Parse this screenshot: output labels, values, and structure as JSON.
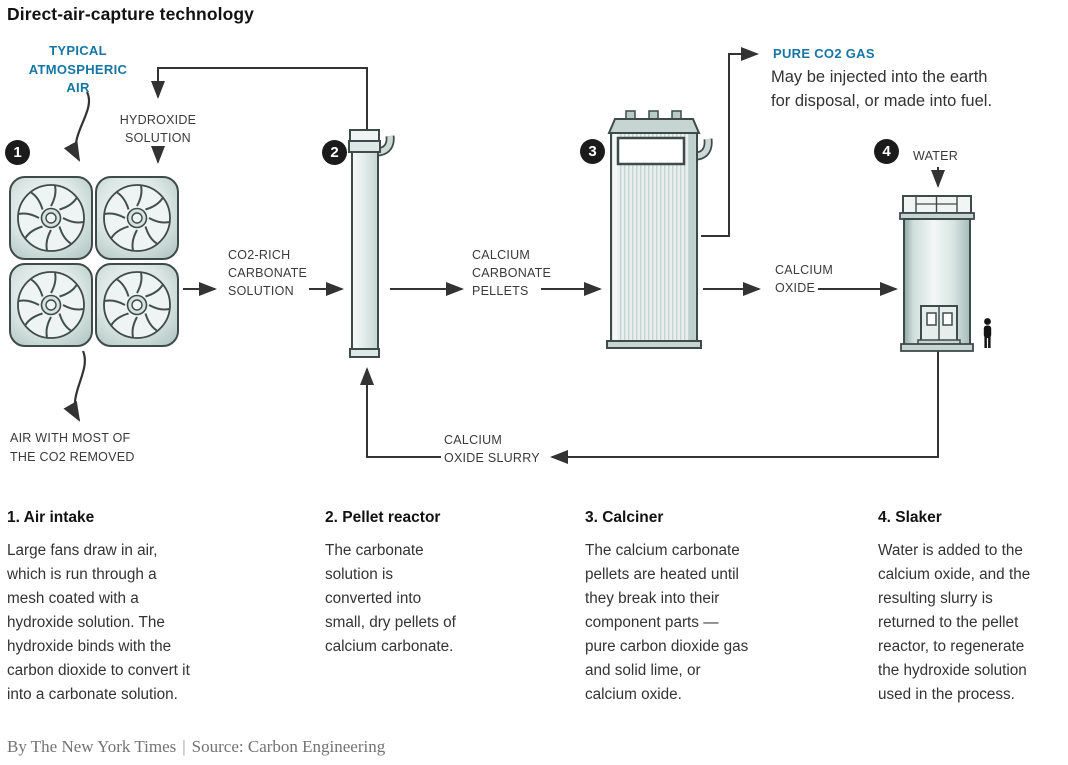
{
  "title": "Direct-air-capture technology",
  "colors": {
    "accent_blue": "#1576a5",
    "ink": "#333333",
    "equipment_outline": "#3f4b49",
    "equipment_fill": "#dce7e5",
    "badge_black": "#1b1b1b"
  },
  "diagram": {
    "badges": [
      "1",
      "2",
      "3",
      "4"
    ],
    "icons": {
      "fan_array": "fan-array-icon",
      "pellet_reactor": "pellet-reactor-column",
      "calciner": "calciner-tower",
      "slaker": "slaker-tower",
      "person": "person-scale-icon"
    },
    "labels": {
      "typical_atmospheric_air": "TYPICAL\nATMOSPHERIC\nAIR",
      "hydroxide_solution": "HYDROXIDE\nSOLUTION",
      "co2_rich_carbonate_solution": "CO2-RICH\nCARBONATE\nSOLUTION",
      "calcium_carbonate_pellets": "CALCIUM\nCARBONATE\nPELLETS",
      "pure_co2_gas": "PURE CO2 GAS",
      "pure_co2_note": "May be injected into the earth\nfor disposal, or made into fuel.",
      "calcium_oxide": "CALCIUM\nOXIDE",
      "water": "WATER",
      "air_removed": "AIR WITH MOST OF\nTHE CO2 REMOVED",
      "calcium_oxide_slurry": "CALCIUM\nOXIDE SLURRY"
    }
  },
  "steps": [
    {
      "heading": "1. Air intake",
      "body": "Large fans draw in air,\nwhich is run through a\nmesh coated with a\nhydroxide solution. The\nhydroxide binds with the\ncarbon dioxide to convert it\ninto a carbonate solution."
    },
    {
      "heading": "2. Pellet reactor",
      "body": "The carbonate\nsolution is\nconverted into\nsmall, dry pellets of\ncalcium carbonate."
    },
    {
      "heading": "3. Calciner",
      "body": "The calcium carbonate\npellets are heated until\nthey break into their\ncomponent parts —\npure carbon dioxide gas\nand solid lime, or\ncalcium oxide."
    },
    {
      "heading": "4. Slaker",
      "body": "Water is added to the\ncalcium oxide, and the\nresulting slurry is\nreturned to the pellet\nreactor, to regenerate\nthe hydroxide solution\nused in the process."
    }
  ],
  "footer": {
    "byline": "By The New York Times",
    "separator": "|",
    "source": "Source: Carbon Engineering"
  }
}
